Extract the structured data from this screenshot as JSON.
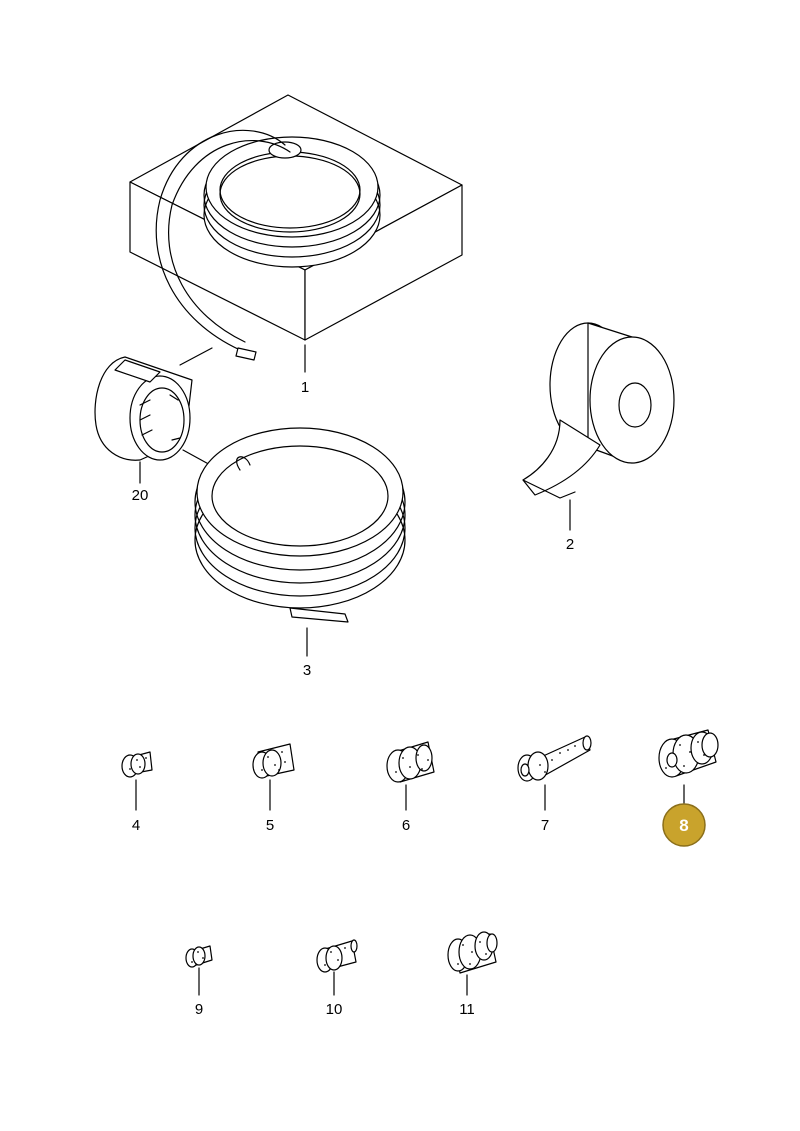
{
  "parts": [
    {
      "id": "part-1",
      "label": "1"
    },
    {
      "id": "part-2",
      "label": "2"
    },
    {
      "id": "part-3",
      "label": "3"
    },
    {
      "id": "part-4",
      "label": "4"
    },
    {
      "id": "part-5",
      "label": "5"
    },
    {
      "id": "part-6",
      "label": "6"
    },
    {
      "id": "part-7",
      "label": "7"
    },
    {
      "id": "part-8",
      "label": "8",
      "highlighted": true
    },
    {
      "id": "part-9",
      "label": "9"
    },
    {
      "id": "part-10",
      "label": "10"
    },
    {
      "id": "part-11",
      "label": "11"
    },
    {
      "id": "part-20",
      "label": "20"
    }
  ],
  "colors": {
    "highlight_fill": "#C9A32C",
    "highlight_stroke": "#8B6F1A",
    "line": "#000000",
    "background": "#FFFFFF"
  }
}
